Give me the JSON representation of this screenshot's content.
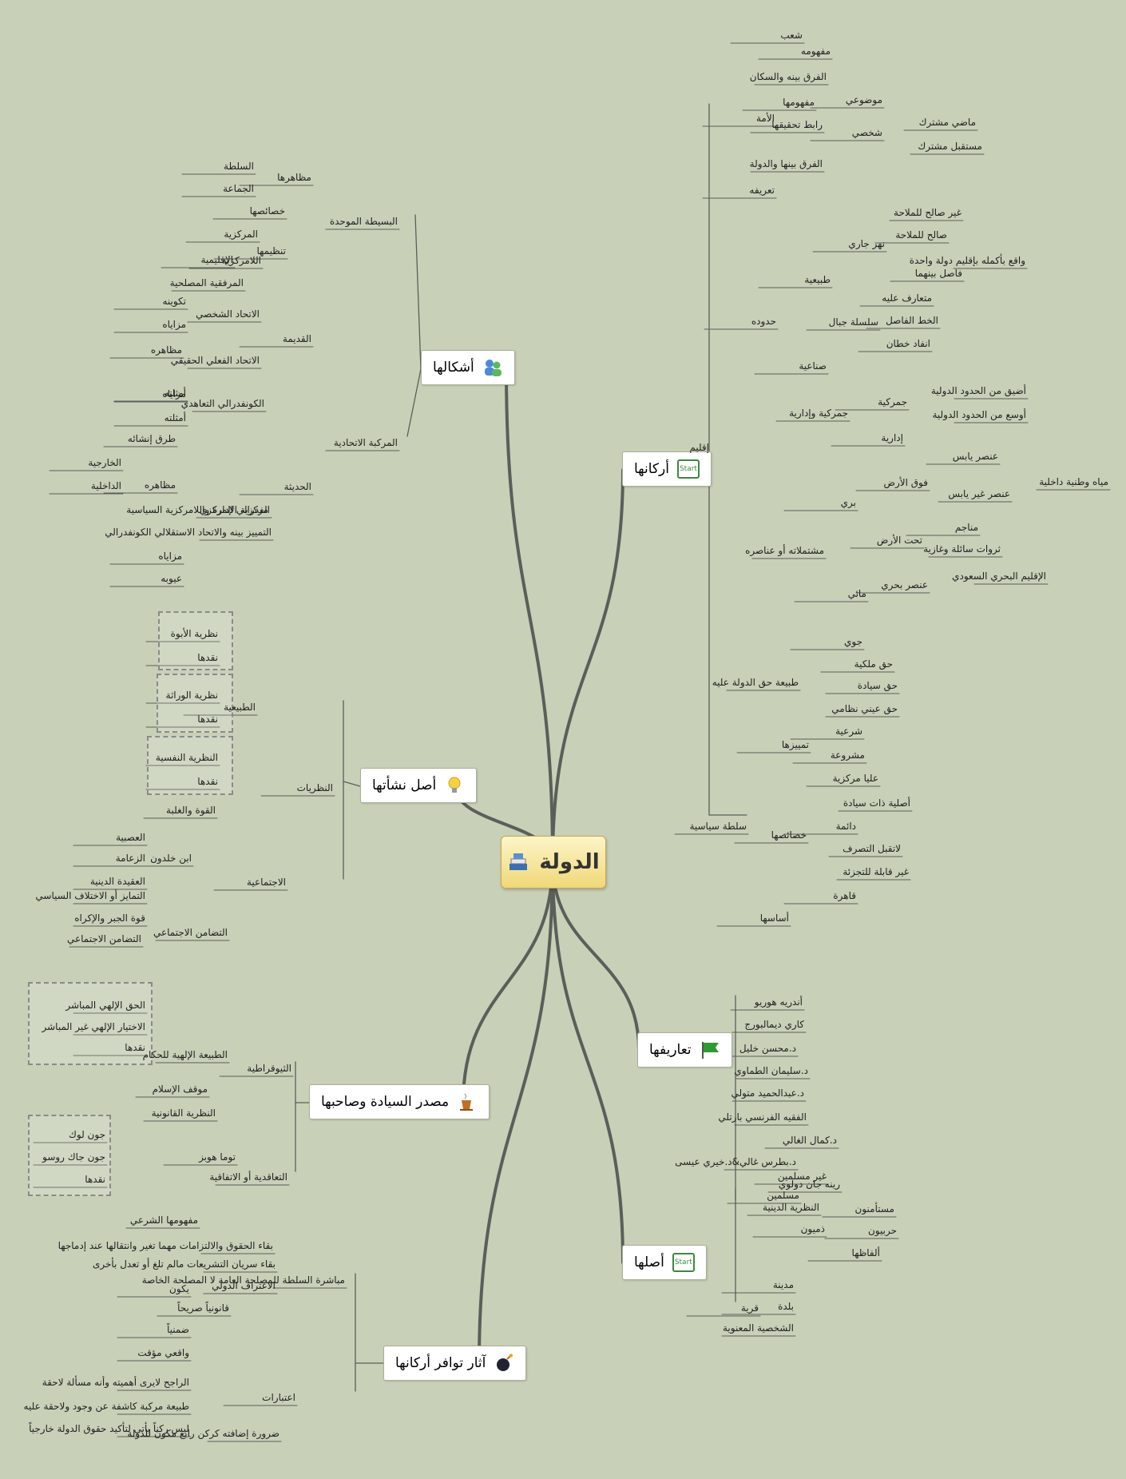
{
  "central": {
    "label": "الدولة",
    "icon": "book-stack-icon"
  },
  "main_topics": [
    {
      "label": "أركانها",
      "icon": "start-icon"
    },
    {
      "label": "أشكالها",
      "icon": "people-icon"
    },
    {
      "label": "أصل نشأتها",
      "icon": "lightbulb-icon"
    },
    {
      "label": "تعاريفها",
      "icon": "flag-icon"
    },
    {
      "label": "مصدر السيادة وصاحبها",
      "icon": "coffee-icon"
    },
    {
      "label": "أصلها",
      "icon": "start-icon"
    },
    {
      "label": "آثار توافر أركانها",
      "icon": "bomb-icon"
    }
  ],
  "colors": {
    "background": "#c8d0b8",
    "branch": "#5a5f5a",
    "center_fill": "#f6e7a0",
    "flag": "#2f9a2f"
  },
  "nodes": [
    "شعب",
    "مفهومه",
    "الفرق بينه والسكان",
    "الأمة",
    "مفهومها",
    "رابط تحقيقها",
    "موضوعي",
    "شخصي",
    "ماضي مشترك",
    "مستقبل مشترك",
    "الفرق بينها والدولة",
    "إقليم",
    "تعريفه",
    "حدوده",
    "طبيعية",
    "نهر جاري",
    "غير صالح للملاحة",
    "صالح للملاحة",
    "واقع بأكمله بإقليم دولة واحدة",
    "فاصل بينهما",
    "سلسلة جبال",
    "متعارف عليه",
    "الخط الفاصل",
    "انفاد خطان",
    "صناعية",
    "جمركية وإدارية",
    "جمركية",
    "أضيق من الحدود الدولية",
    "أوسع من الحدود الدولية",
    "إدارية",
    "مشتملاته أو عناصره",
    "بري",
    "فوق الأرض",
    "عنصر يابس",
    "عنصر غير يابس",
    "مياه وطنية داخلية",
    "تحت الأرض",
    "مناجم",
    "ثروات سائلة وغازية",
    "مائي",
    "عنصر بحري",
    "الإقليم البحري السعودي",
    "جوي",
    "طبيعة حق الدولة عليه",
    "حق ملكية",
    "حق سيادة",
    "حق عيني نظامي",
    "سلطة سياسية",
    "تمييزها",
    "شرعية",
    "مشروعة",
    "خصائصها",
    "عليا مركزية",
    "أصلية ذات سيادة",
    "دائمة",
    "لاتقبل التصرف",
    "غير قابلة للتجزئة",
    "قاهرة",
    "أساسها",
    "البسيطة الموحدة",
    "مظاهرها",
    "السلطة",
    "الجماعة",
    "خصائصها",
    "تنظيمها",
    "المركزية",
    "اللامركزية",
    "الإقليمية",
    "المرفقية المصلحية",
    "المركبة الاتحادية",
    "القديمة",
    "الاتحاد الشخصي",
    "تكوينه",
    "مزاياه",
    "الاتحاد الفعلي الحقيقي",
    "مظاهره",
    "أمثلته",
    "الحديثة",
    "الكونفدرالي التعاهدي",
    "مزاياه",
    "أمثلته",
    "الفدرالي المركزي",
    "طرق إنشائه",
    "مظاهره",
    "الخارجية",
    "الداخلية",
    "مركزية الإدارة واللامركزية السياسية",
    "التمييز بينه والاتحاد الاستقلالي الكونفدرالي",
    "مزاياه",
    "عيوبه",
    "النظريات",
    "الطبيعية",
    "نظرية الأبوة",
    "نقدها",
    "نظرية الوراثة",
    "نقدها",
    "النظرية النفسية",
    "نقدها",
    "الاجتماعية",
    "القوة والغلبة",
    "ابن خلدون",
    "العصبية",
    "الزعامة",
    "العقيدة الدينية",
    "التضامن الاجتماعي",
    "التمايز أو الاختلاف السياسي",
    "قوة الجبر والإكراه",
    "التضامن الاجتماعي",
    "أندريه هوريو",
    "كاري ديمالبورج",
    "د.محسن خليل",
    "د.سليمان الطماوي",
    "د.عبدالحميد متولي",
    "الفقيه الفرنسي بارتلي",
    "د.كمال الغالي",
    "د.بطرس غالي&د.خيري عيسى",
    "رينه جان دولوي",
    "النظرية الدينية",
    "الثيوقراطية",
    "الطبيعة الإلهية للحكام",
    "الحق الإلهي المباشر",
    "الاختيار الإلهي غير المباشر",
    "نقدها",
    "موقف الإسلام",
    "النظرية القانونية",
    "التعاقدية أو الاتفاقية",
    "توما هوبز",
    "جون لوك",
    "جون جاك روسو",
    "نقدها",
    "مفهومها الشرعي",
    "مسلمين",
    "غير مسلمين",
    "ذميون",
    "مستأمنون",
    "حربيون",
    "ألفاظها",
    "قرية",
    "مدينة",
    "بلدة",
    "الشخصية المعنوية",
    "مباشرة السلطة للمصلحة العامة لا المصلحة الخاصة",
    "بقاء الحقوق والالتزامات مهما تغير وانتقالها عند إدماجها",
    "بقاء سريان التشريعات مالم تلغ أو تعدل بأخرى",
    "الاعتراف الدولي",
    "يكون",
    "قانونياً صريحاً",
    "ضمنياً",
    "واقعي مؤقت",
    "اعتبارات",
    "ضرورة إضافته كركن رابع مكون للدولة",
    "الراجح لايرى أهميته وأنه مسألة لاحقة",
    "طبيعة مركبة كاشفة عن وجود ولاحقة عليه",
    "ليس ركناً يأتي لتأكيد حقوق الدولة خارجياً"
  ]
}
